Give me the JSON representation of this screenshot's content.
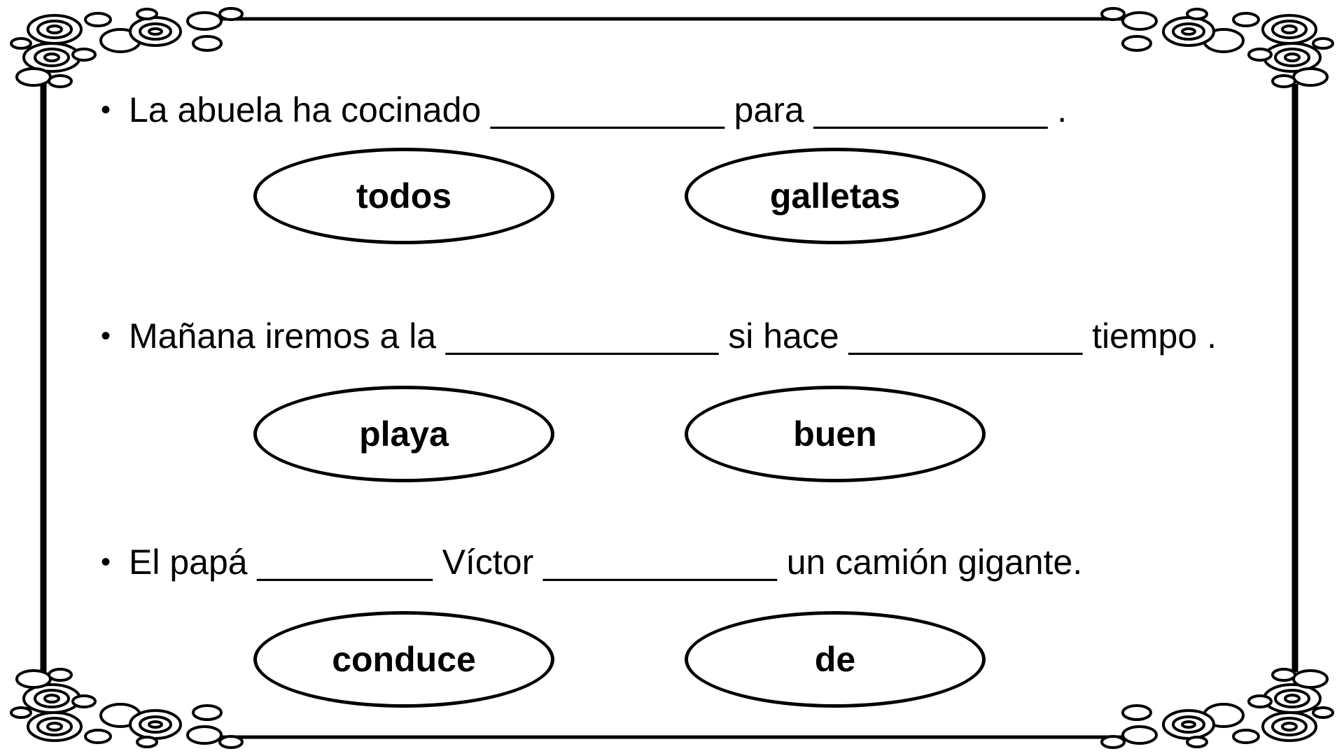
{
  "sentences": [
    {
      "bullet": "•",
      "text": "La abuela ha cocinado ____________ para ____________ ."
    },
    {
      "bullet": "•",
      "text": "Mañana iremos a la ______________ si hace ____________ tiempo ."
    },
    {
      "bullet": "•",
      "text": "El papá _________ Víctor ____________ un camión gigante."
    }
  ],
  "word_options": [
    [
      "todos",
      "galletas"
    ],
    [
      "playa",
      "buen"
    ],
    [
      "conduce",
      "de"
    ]
  ],
  "frame": {
    "color": "#000000",
    "corner_ornament": "circle-cluster-ornament"
  }
}
